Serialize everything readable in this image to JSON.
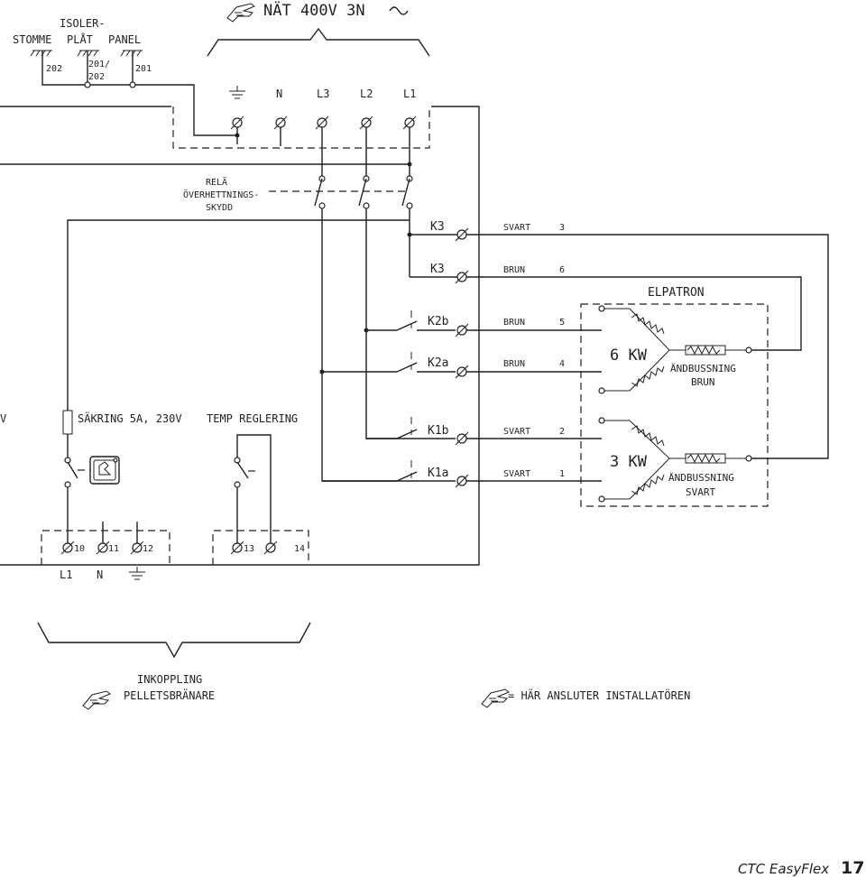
{
  "header": {
    "supply": "NÄT 400V 3N",
    "isoler_line1": "ISOLER-",
    "stomme": "STOMME",
    "plat": "PLÅT",
    "panel": "PANEL",
    "t202": "202",
    "t201_202_a": "201/",
    "t201_202_b": "202",
    "t201": "201"
  },
  "supply_terminals": {
    "n": "N",
    "l3": "L3",
    "l2": "L2",
    "l1": "L1"
  },
  "relay_label": {
    "line1": "RELÄ",
    "line2": "ÖVERHETTNINGS-",
    "line3": "SKYDD"
  },
  "contactors": {
    "k3a": "K3",
    "k3b": "K3",
    "k2b": "K2b",
    "k2a": "K2a",
    "k1b": "K1b",
    "k1a": "K1a"
  },
  "wires": {
    "w3": {
      "color": "SVART",
      "num": "3"
    },
    "w6": {
      "color": "BRUN",
      "num": "6"
    },
    "w5": {
      "color": "BRUN",
      "num": "5"
    },
    "w4": {
      "color": "BRUN",
      "num": "4"
    },
    "w2": {
      "color": "SVART",
      "num": "2"
    },
    "w1": {
      "color": "SVART",
      "num": "1"
    }
  },
  "elpatron": {
    "title": "ELPATRON",
    "kw6": "6 KW",
    "kw3": "3 KW",
    "end1_line1": "ÄNDBUSSNING",
    "end1_line2": "BRUN",
    "end2_line1": "ÄNDBUSSNING",
    "end2_line2": "SVART"
  },
  "left_cut_label": "V",
  "fuse_label": "SÄKRING 5A, 230V",
  "temp_label": "TEMP REGLERING",
  "bottom_terminals": {
    "t10": "10",
    "t11": "11",
    "t12": "12",
    "t13": "13",
    "t14": "14"
  },
  "bottom_labels": {
    "l1": "L1",
    "n": "N"
  },
  "inkoppling": {
    "line1": "INKOPPLING",
    "line2": "PELLETSBRÄNARE"
  },
  "legend": "= HÄR ANSLUTER INSTALLATÖREN",
  "footer": {
    "brand": "CTC EasyFlex",
    "page": "17"
  },
  "icons": [
    "installer-hand-icon",
    "ground-icon",
    "thermostat-knob-icon",
    "fuse-icon",
    "resistor-icon"
  ]
}
